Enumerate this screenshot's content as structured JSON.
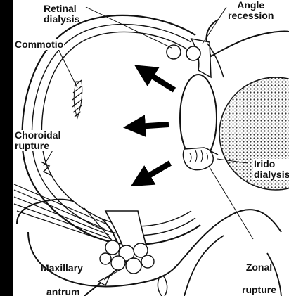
{
  "labels": {
    "retinal_dialysis": [
      "Retinal",
      "dialysis"
    ],
    "angle_recession": [
      "Angle",
      "recession"
    ],
    "commotio": "Commotio",
    "choroidal_rupture": [
      "Choroidal",
      "rupture"
    ],
    "iridodialysis": [
      "Irido",
      "dialysis"
    ],
    "maxillary_antrum": [
      "Maxillary",
      "antrum"
    ],
    "zonal_rupture": [
      "Zonal",
      "rupture"
    ]
  },
  "arrows": [
    {
      "direction": "up-left"
    },
    {
      "direction": "left"
    },
    {
      "direction": "down-left"
    }
  ]
}
